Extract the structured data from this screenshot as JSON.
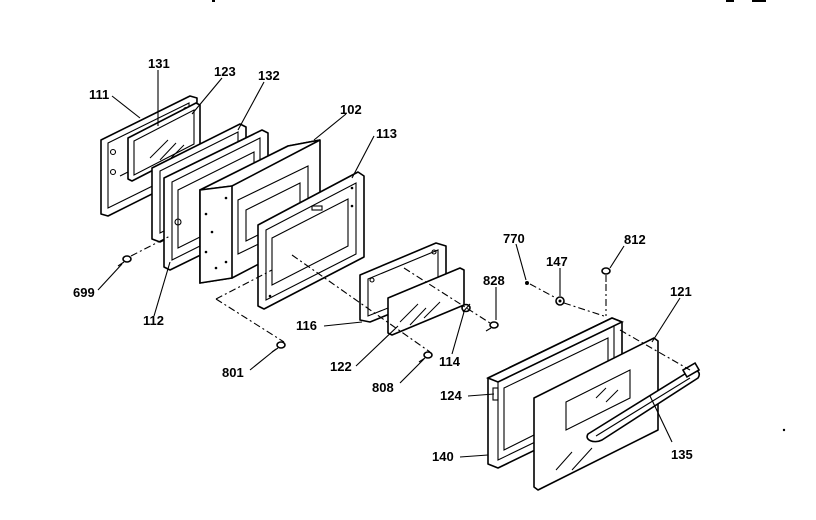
{
  "diagram": {
    "labels": {
      "l111": "111",
      "l131": "131",
      "l123": "123",
      "l132": "132",
      "l102": "102",
      "l113": "113",
      "l699": "699",
      "l112": "112",
      "l770": "770",
      "l812": "812",
      "l147": "147",
      "l828": "828",
      "l121": "121",
      "l116": "116",
      "l114": "114",
      "l122": "122",
      "l801": "801",
      "l808": "808",
      "l124": "124",
      "l140": "140",
      "l135": "135"
    }
  }
}
